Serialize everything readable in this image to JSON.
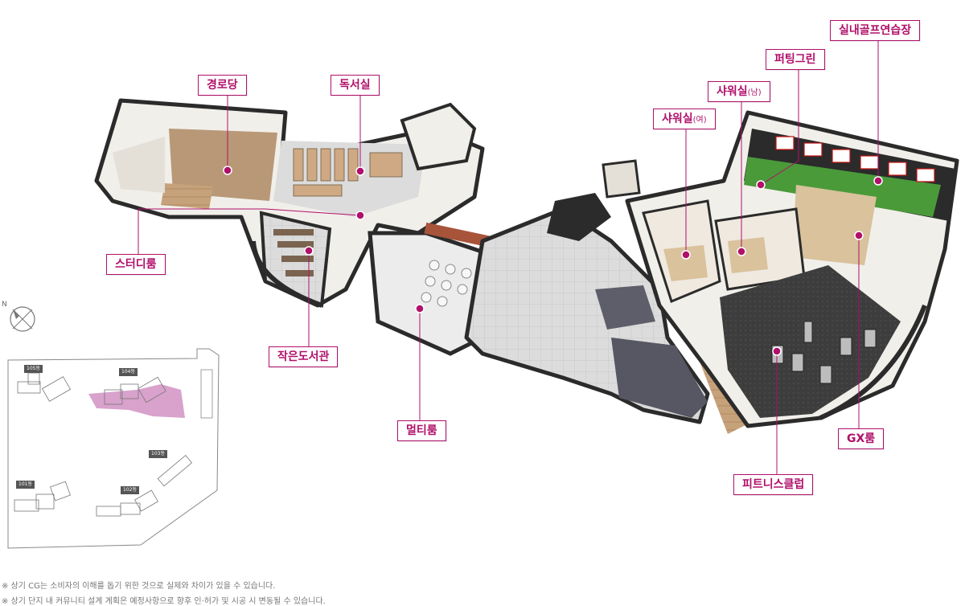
{
  "labels": {
    "gyeongrodang": "경로당",
    "dokseosil": "독서실",
    "studyroom": "스터디룸",
    "small_library": "작은도서관",
    "multiroom": "멀티룸",
    "shower_f_main": "샤워실",
    "shower_f_sub": "(여)",
    "shower_m_main": "샤워실",
    "shower_m_sub": "(남)",
    "putting_green": "퍼팅그린",
    "golf": "실내골프연습장",
    "gx": "GX룸",
    "fitness": "피트니스클럽"
  },
  "keymap": {
    "compass": "N",
    "buildings": [
      "105동",
      "104동",
      "103동",
      "101동",
      "102동"
    ]
  },
  "notes": [
    "※ 상기 CG는 소비자의 이해를 돕기 위한 것으로 실제와 차이가 있을 수 있습니다.",
    "※ 상기 단지 내 커뮤니티 설계 계획은 예정사항으로 향후 인·허가 및 시공 시 변동될 수 있습니다."
  ],
  "colors": {
    "accent": "#b0106a",
    "highlight": "#d8a2cc",
    "golf_green": "#4a9a3a",
    "wall_dark": "#2b2b2b"
  }
}
